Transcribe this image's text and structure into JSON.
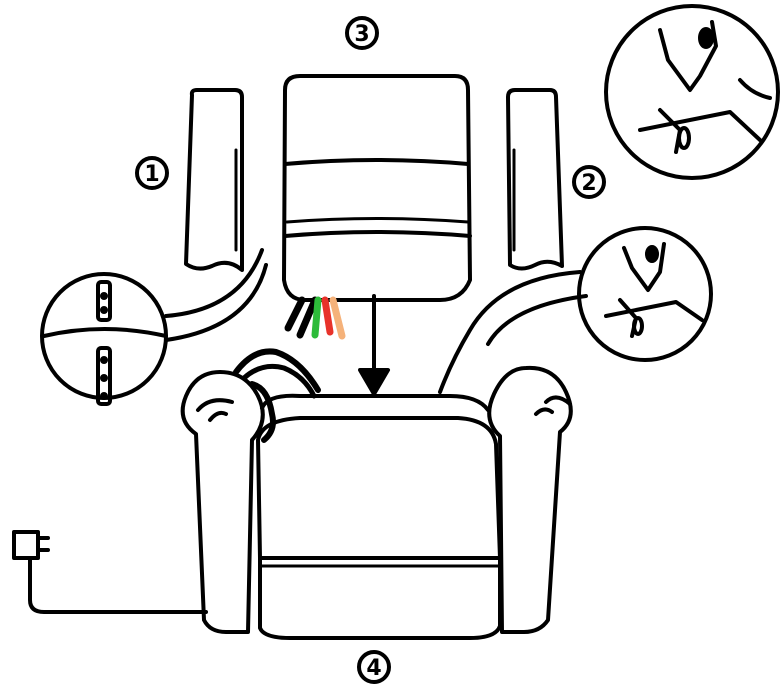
{
  "step_labels": {
    "left_arm": "1",
    "right_arm": "2",
    "backrest": "3",
    "base": "4"
  },
  "colors": {
    "outline": "#000000",
    "background": "#ffffff",
    "wire_red": "#e8322a",
    "wire_green": "#2dbb3a",
    "wire_peach": "#f5b27a",
    "wire_black": "#000000"
  },
  "icons": [
    "power-plug-icon",
    "down-arrow-icon"
  ]
}
